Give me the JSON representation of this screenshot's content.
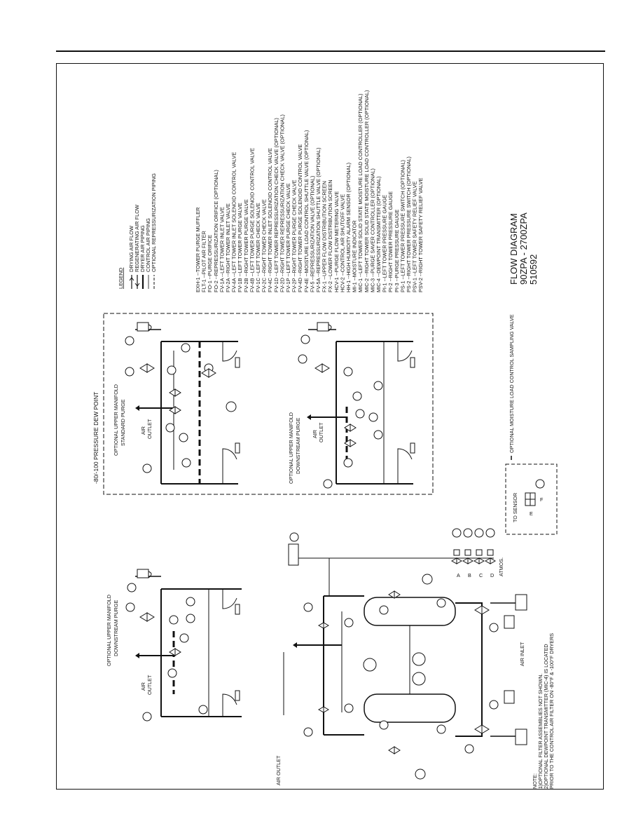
{
  "header_rule": true,
  "legend": {
    "title": "LEGEND",
    "line_types": [
      "DRYING AIR FLOW",
      "REGENERATING AIR FLOW",
      "DRYER AIR PIPING",
      "CONTROL AIR PIPING",
      "OPTIONAL REPRESSURIZATION PIPING"
    ],
    "items": [
      "EXH-1 --TOWER PURGE MUFFLER",
      "FLT-1 --PILOT AIR FILTER",
      "FO-1 --PURGE ORIFICE",
      "FO-2 --REPRESSURIZATION ORIFICE (OPTIONAL)",
      "FV-1A --LEFT TOWER INLET VALVE",
      "FV-2A --RIGHT TOWER INLET VALVE",
      "FV-4A --LEFT TOWER INLET SOLENOID CONTROL VALVE",
      "FV-1B --LEFT TOWER PURGE VALVE",
      "FV-2B --RIGHT TOWER PURGE VALVE",
      "FV-4B --LEFT TOWER PURGE SOLENOID CONTROL VALVE",
      "FV-1C --LEFT TOWER CHECK VALVE",
      "FV-2C --RIGHT TOWER CHECK VALVE",
      "FV-4C --RIGHT TOWER INLET SOLENOID CONTROL VALVE",
      "FV-1D --LEFT TOWER REPRESSURIZATION CHECK VALVE (OPTIONAL)",
      "FV-2D --RIGHT TOWER REPRESSURIZATION CHECK VALVE (OPTIONAL)",
      "FV-1P --LEFT TOWER PURGE CHECK VALVE",
      "FV-2P --RIGHT TOWER PURGE CHECK VALVE",
      "FV-4D --RIGHT TOWER PURGE SOLENOID CONTROL VALVE",
      "FV-4E --MOISTURE LOAD CONTROL SHUTTLE VALVE (OPTIONAL)",
      "FV-5 --REPRESSURIZATION VALVE (OPTIONAL)",
      "FV-5A --REPRESSURIZATION SHUTTLE VALVE (OPTIONAL)",
      "FX-1 --UPPER FLOW DISTRIBUTION SCREEN",
      "FX-2 --LOWER FLOW DISTRIBUTION SCREEN",
      "HCV-1 --PURGE FLOW METERING VALVE",
      "HCV-2 --CONTROL AIR SHUTOFF VALVE",
      "HH-1 --HIGH HUMIDITY ALARM SENSOR (OPTIONAL)",
      "MI-1 --MOISTURE INDICATOR",
      "MIC-1 --LEFT TOWER SOLID STATE MOISTURE LOAD CONTROLLER (OPTIONAL)",
      "MIC-2 --RIGHT TOWER SOLID STATE MOISTURE LOAD CONTROLLER (OPTIONAL)",
      "MIC-3 --PURGE SAVER CONTROLLER (OPTIONAL)",
      "MIC-4 --DEWPOINT TRANSMITTER (OPTIONAL)",
      "PI-1 --LEFT TOWER PRESSURE GAUGE",
      "PI-2 --RIGHT TOWER PRESSURE GAUGE",
      "PI-3 --PURGE PRESSURE GAUGE",
      "PS-1 --LEFT TOWER PRESSURE SWITCH (OPTIONAL)",
      "PS-2 --RIGHT TOWER PRESSURE SWITCH (OPTIONAL)",
      "PSV-1 --LEFT TOWER SAFETY RELIEF VALVE",
      "PSV-2 --RIGHT TOWER SAFETY RELIEF VALVE"
    ]
  },
  "title_block": {
    "title": "FLOW DIAGRAM",
    "drawing_no": "90ZPA - 2700ZPA",
    "code": "510592"
  },
  "labels": {
    "dew_point_box": "-80/-100 PRESSURE DEW POINT",
    "manifold_standard_l1": "OPTIONAL UPPER MANIFOLD",
    "manifold_standard_l2": "STANDARD PURGE",
    "manifold_downstream_l1": "OPTIONAL UPPER MANIFOLD",
    "manifold_downstream_l2": "DOWNSTREAM PURGE",
    "manifold_left_l1": "OPTIONAL UPPER MANIFOLD",
    "manifold_left_l2": "DOWNSTREAM PURGE",
    "air_outlet_1": "AIR",
    "air_outlet_2": "OUTLET",
    "air_outlet_main": "AIR OUTLET",
    "air_inlet": "AIR INLET",
    "atmos": "ATMOS.",
    "to_sensor": "TO SENSOR",
    "sensor_e": "E",
    "sensor_f": "F",
    "sampling_note": "OPTIONAL MOISTURE LOAD CONTROL SAMPLING VALVE",
    "valve_letters": [
      "A",
      "B",
      "C",
      "D"
    ],
    "note_title": "NOTE:",
    "note_1": "1)OPTIONAL FILTER ASSEMBLIES NOT SHOWN.",
    "note_2": "2)OPTIONAL DEWPOINT TRANSMITTER (MIC-4) IS LOCATED",
    "note_3": "PRIOR TO THE CONTROL AIR FILTER ON -80°F & -100°F DRYERS"
  }
}
